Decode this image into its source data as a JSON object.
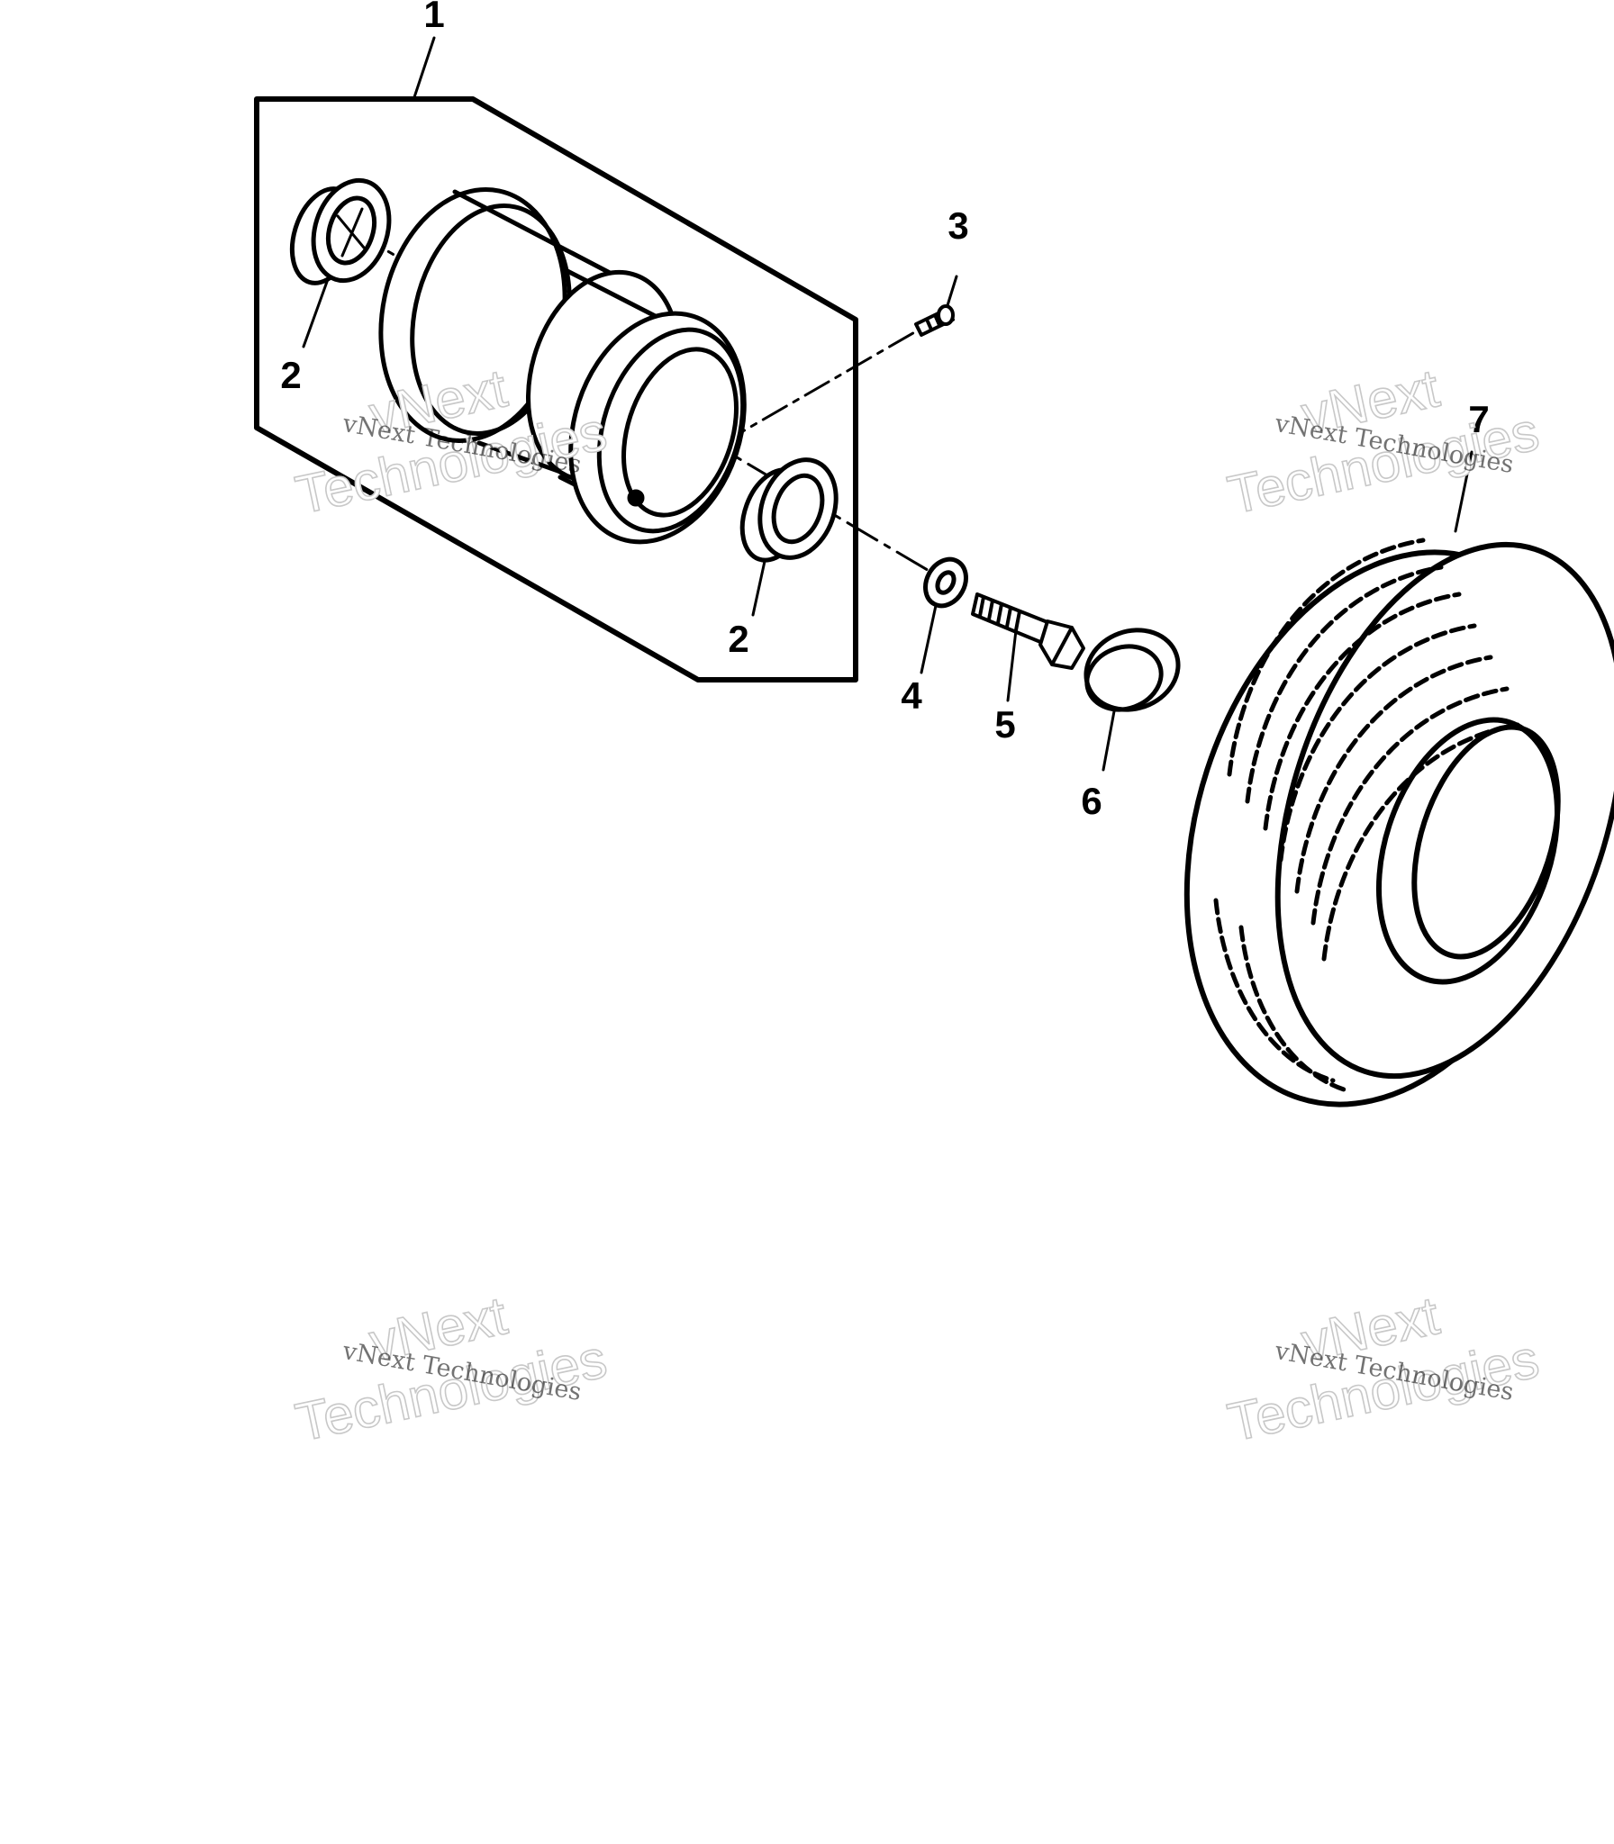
{
  "diagram": {
    "callouts": [
      {
        "label": "1",
        "part": "wheel-assembly"
      },
      {
        "label": "2",
        "part": "bearing-left"
      },
      {
        "label": "2",
        "part": "bearing-right"
      },
      {
        "label": "3",
        "part": "grease-fitting"
      },
      {
        "label": "4",
        "part": "washer"
      },
      {
        "label": "5",
        "part": "cap-screw"
      },
      {
        "label": "6",
        "part": "cap"
      },
      {
        "label": "7",
        "part": "tire"
      }
    ],
    "watermark": {
      "line1": "vNext Technologies",
      "line2": "vNext",
      "line3": "Technologies"
    },
    "colors": {
      "ink": "#000000",
      "paper": "#ffffff",
      "watermark_outline": "#c8c8c8"
    }
  }
}
